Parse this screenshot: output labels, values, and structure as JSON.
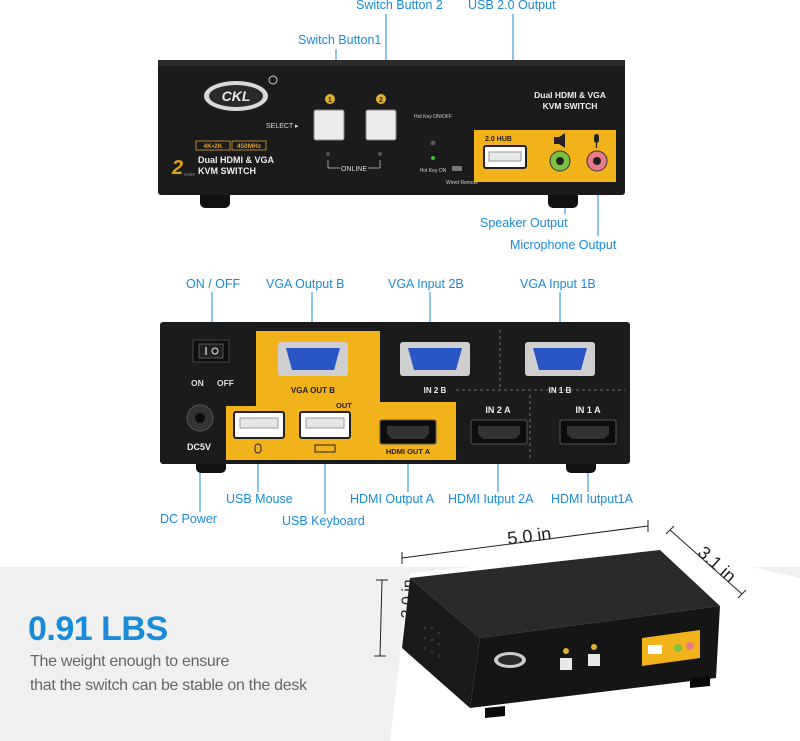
{
  "front_panel": {
    "callouts": {
      "switch_button_2": "Switch Button 2",
      "usb_output": "USB 2.0 Output",
      "switch_button_1": "Switch Button1",
      "speaker_output": "Speaker Output",
      "microphone_output": "Microphone Output"
    },
    "brand": "CKL",
    "select_label": "SELECT ▸",
    "button_1": "1",
    "button_2": "2",
    "online_label": "ONLINE",
    "hotkey_label": "Hot Key ON/OFF",
    "hotkey_on_label": "Hot Key ON",
    "wired_remote": "Wired Remote",
    "usb_hub_label": "2.0 HUB",
    "badge_res": "4K•2K",
    "badge_freq": "450MHz",
    "port_number": "2",
    "port_word": "PORT",
    "product_line1": "Dual HDMI & VGA",
    "product_line2": "KVM SWITCH"
  },
  "rear_panel": {
    "callouts": {
      "on_off": "ON / OFF",
      "vga_output_b": "VGA Output B",
      "vga_input_2b": "VGA Input 2B",
      "vga_input_1b": "VGA Input 1B",
      "usb_mouse": "USB Mouse",
      "dc_power": "DC Power",
      "usb_keyboard": "USB Keyboard",
      "hdmi_output_a": "HDMI Output A",
      "hdmi_input_2a": "HDMI Iutput 2A",
      "hdmi_input_1a": "HDMI Iutput1A"
    },
    "on_label": "ON",
    "off_label": "OFF",
    "dc_label": "DC5V",
    "vga_out_label": "VGA OUT B",
    "out_label": "OUT",
    "in2b_label": "IN 2 B",
    "in1b_label": "IN 1 B",
    "hdmi_out_label": "HDMI OUT A",
    "in2a_label": "IN 2 A",
    "in1a_label": "IN 1 A"
  },
  "dimensions": {
    "width": "5.0 in",
    "depth": "3.1 in",
    "height": "2.0 in"
  },
  "weight": {
    "title": "0.91 LBS",
    "line1": "The weight enough to ensure",
    "line2": "that the switch can be stable on the desk"
  }
}
